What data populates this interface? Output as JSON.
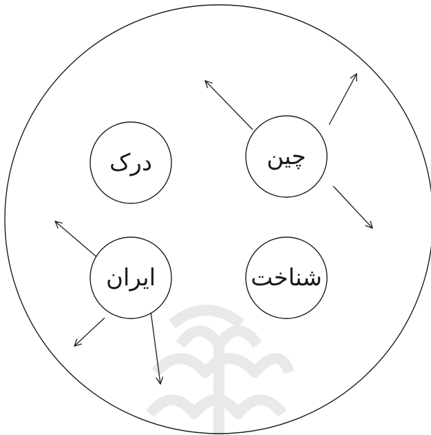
{
  "nodes": {
    "top_left": "درک",
    "top_right": "چین",
    "bottom_left": "ایران",
    "bottom_right": "شناخت"
  },
  "colors": {
    "line": "#1a1a1a",
    "background": "#ffffff",
    "watermark": "#e9e9e9"
  },
  "icons": [
    "arrow-icon",
    "watermark-logo-icon"
  ]
}
